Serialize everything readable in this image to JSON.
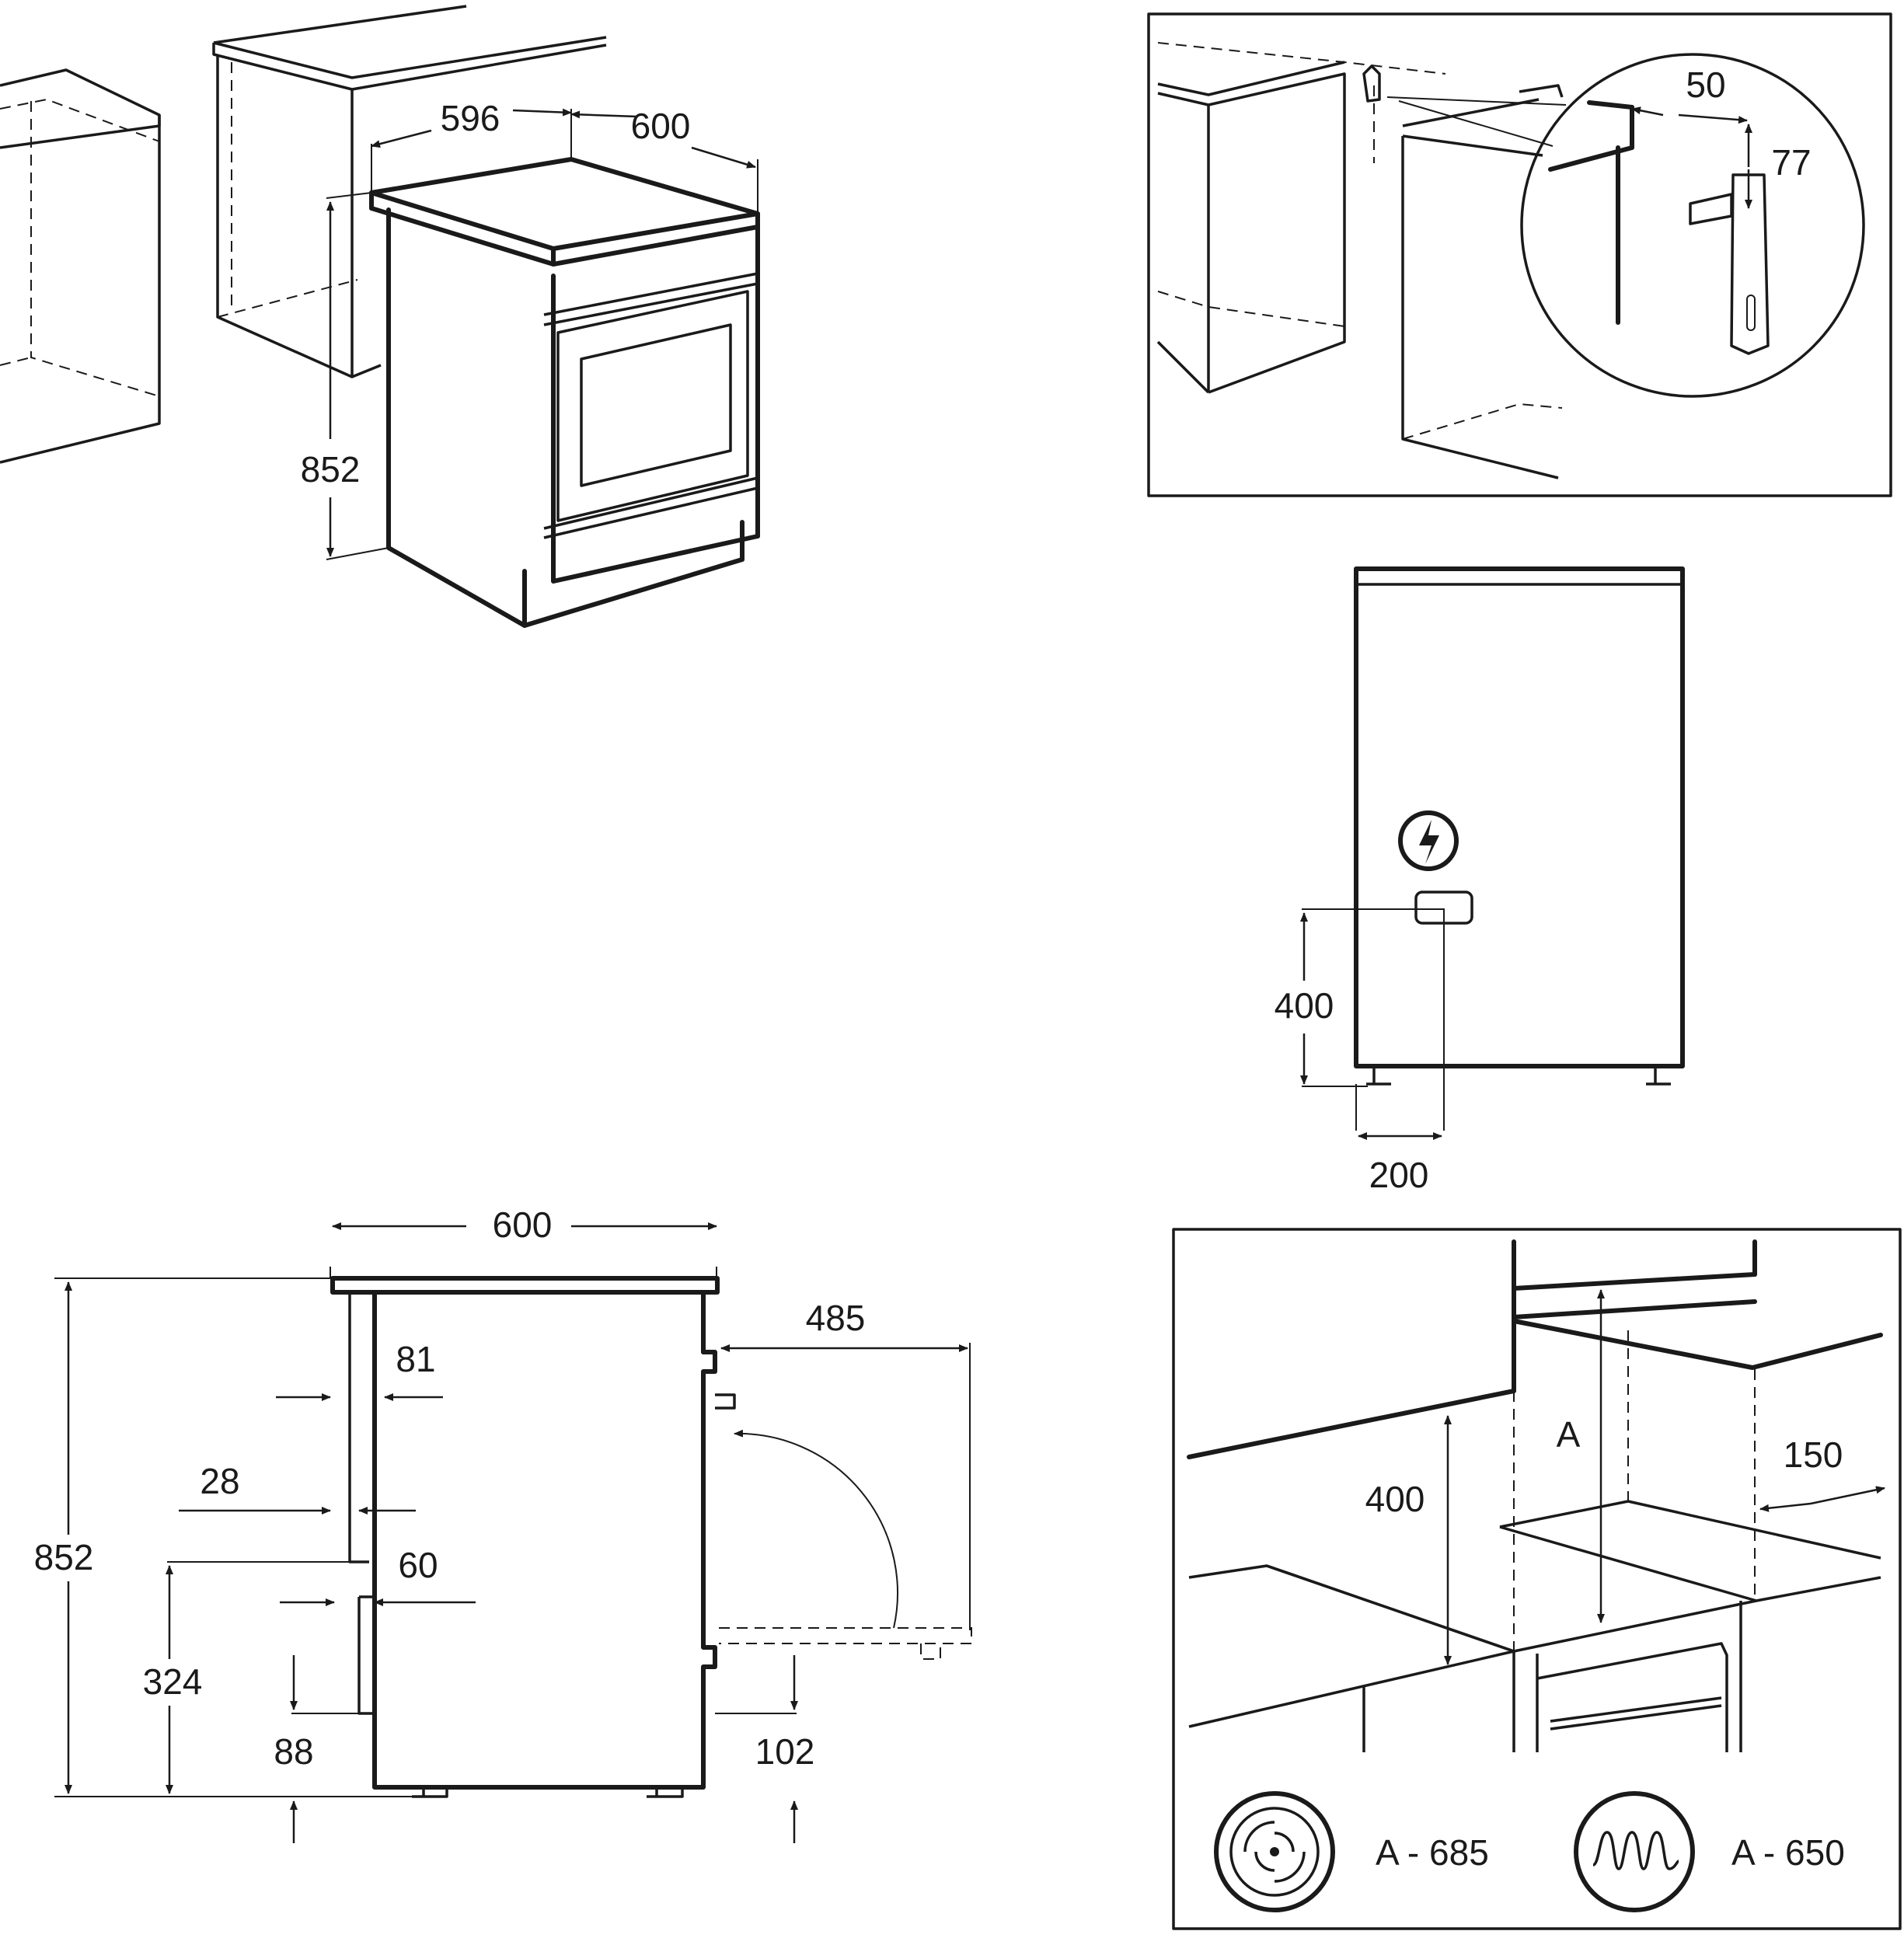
{
  "views": {
    "perspective": {
      "width": "596",
      "depth": "600",
      "height": "852"
    },
    "anti_tip": {
      "offset": "50",
      "height": "77"
    },
    "rear_connection": {
      "height": "400",
      "offset": "200"
    },
    "side_section": {
      "width": "600",
      "door_open": "485",
      "d81": "81",
      "d28": "28",
      "d60": "60",
      "total_height": "852",
      "d324": "324",
      "d88": "88",
      "d102": "102"
    },
    "hood_clearance": {
      "height_400": "400",
      "a_label": "A",
      "side_150": "150",
      "fan_label": "A - 685",
      "element_label": "A - 650"
    }
  },
  "icons": [
    "hazard-voltage-icon",
    "fan-oven-icon",
    "heating-element-icon"
  ]
}
